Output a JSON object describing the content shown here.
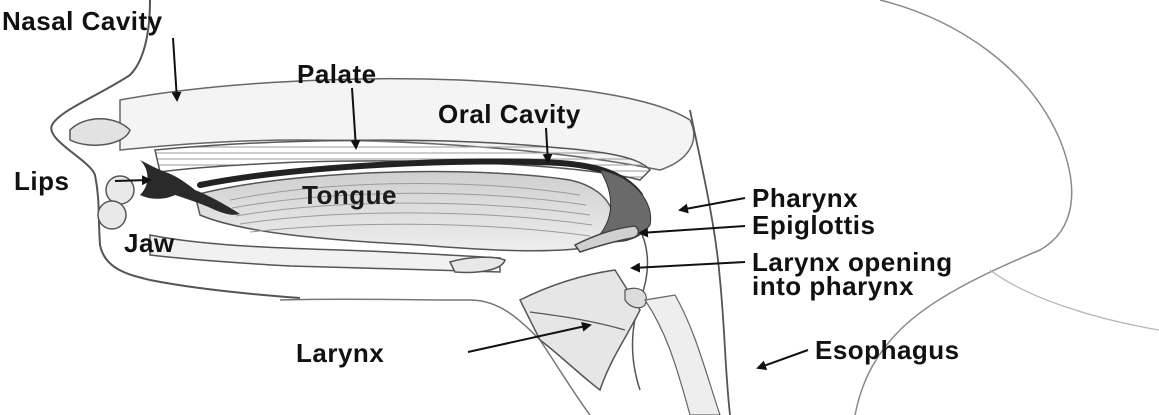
{
  "labels": {
    "nasal_cavity": "Nasal Cavity",
    "palate": "Palate",
    "oral_cavity": "Oral Cavity",
    "lips": "Lips",
    "tongue": "Tongue",
    "jaw": "Jaw",
    "pharynx": "Pharynx",
    "epiglottis": "Epiglottis",
    "larynx_opening_line1": "Larynx opening",
    "larynx_opening_line2": "into pharynx",
    "larynx": "Larynx",
    "esophagus": "Esophagus"
  }
}
